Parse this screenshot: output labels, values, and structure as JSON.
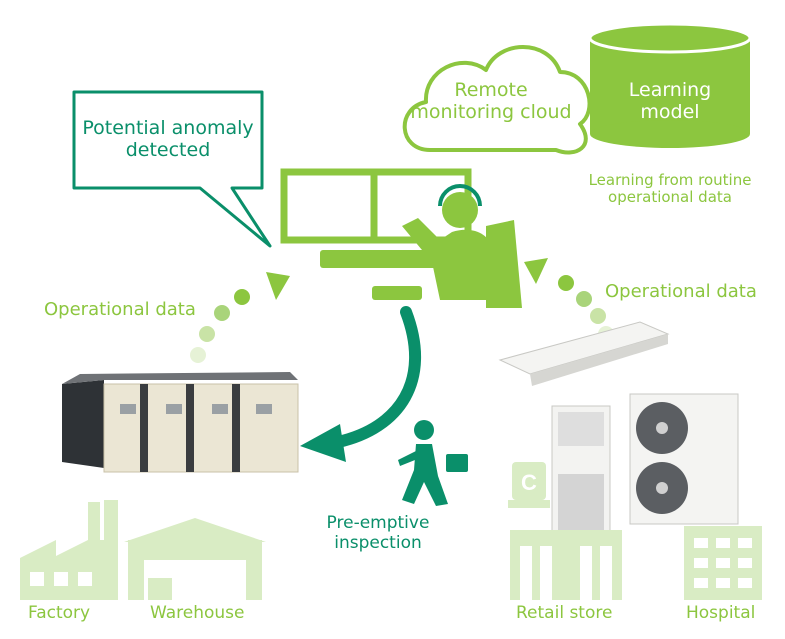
{
  "callout": {
    "line1": "Potential anomaly",
    "line2": "detected"
  },
  "cloud": {
    "line1": "Remote",
    "line2": "monitoring cloud"
  },
  "database": {
    "line1": "Learning",
    "line2": "model"
  },
  "learning_caption": {
    "line1": "Learning from routine",
    "line2": "operational data"
  },
  "flows": {
    "left_label": "Operational data",
    "right_label": "Operational data"
  },
  "inspection": {
    "line1": "Pre-emptive",
    "line2": "inspection"
  },
  "sites": {
    "factory": "Factory",
    "warehouse": "Warehouse",
    "retail_store": "Retail store",
    "hospital": "Hospital"
  },
  "colors": {
    "light_green": "#8cc63f",
    "dark_green": "#0a8f6a",
    "pale_green": "#d9ecc4"
  }
}
